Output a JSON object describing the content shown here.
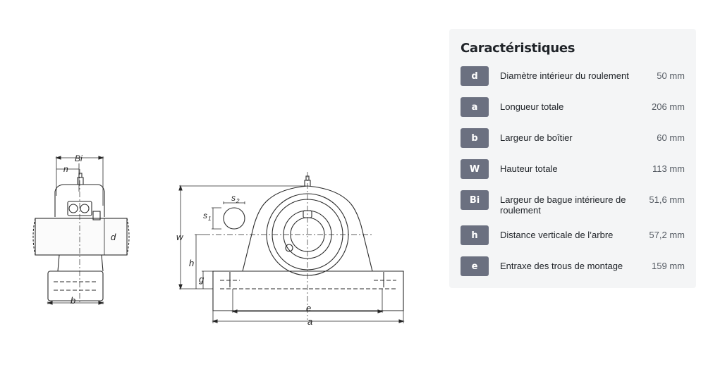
{
  "drawing": {
    "labels": {
      "Bi": "Bi",
      "n": "n",
      "d": "d",
      "b": "b",
      "w": "w",
      "h": "h",
      "g": "g",
      "s2": "s",
      "s2_sub": "2",
      "s1": "s",
      "s1_sub": "1",
      "e": "e",
      "a": "a"
    }
  },
  "specs": {
    "title": "Caractéristiques",
    "rows": [
      {
        "code": "d",
        "label": "Diamètre intérieur du roulement",
        "value": "50 mm"
      },
      {
        "code": "a",
        "label": "Longueur totale",
        "value": "206 mm"
      },
      {
        "code": "b",
        "label": "Largeur de boîtier",
        "value": "60 mm"
      },
      {
        "code": "W",
        "label": "Hauteur totale",
        "value": "113 mm"
      },
      {
        "code": "Bi",
        "label": "Largeur de bague intérieure de roulement",
        "value": "51,6 mm"
      },
      {
        "code": "h",
        "label": "Distance verticale de l’arbre",
        "value": "57,2 mm"
      },
      {
        "code": "e",
        "label": "Entraxe des trous de montage",
        "value": "159 mm"
      }
    ]
  }
}
